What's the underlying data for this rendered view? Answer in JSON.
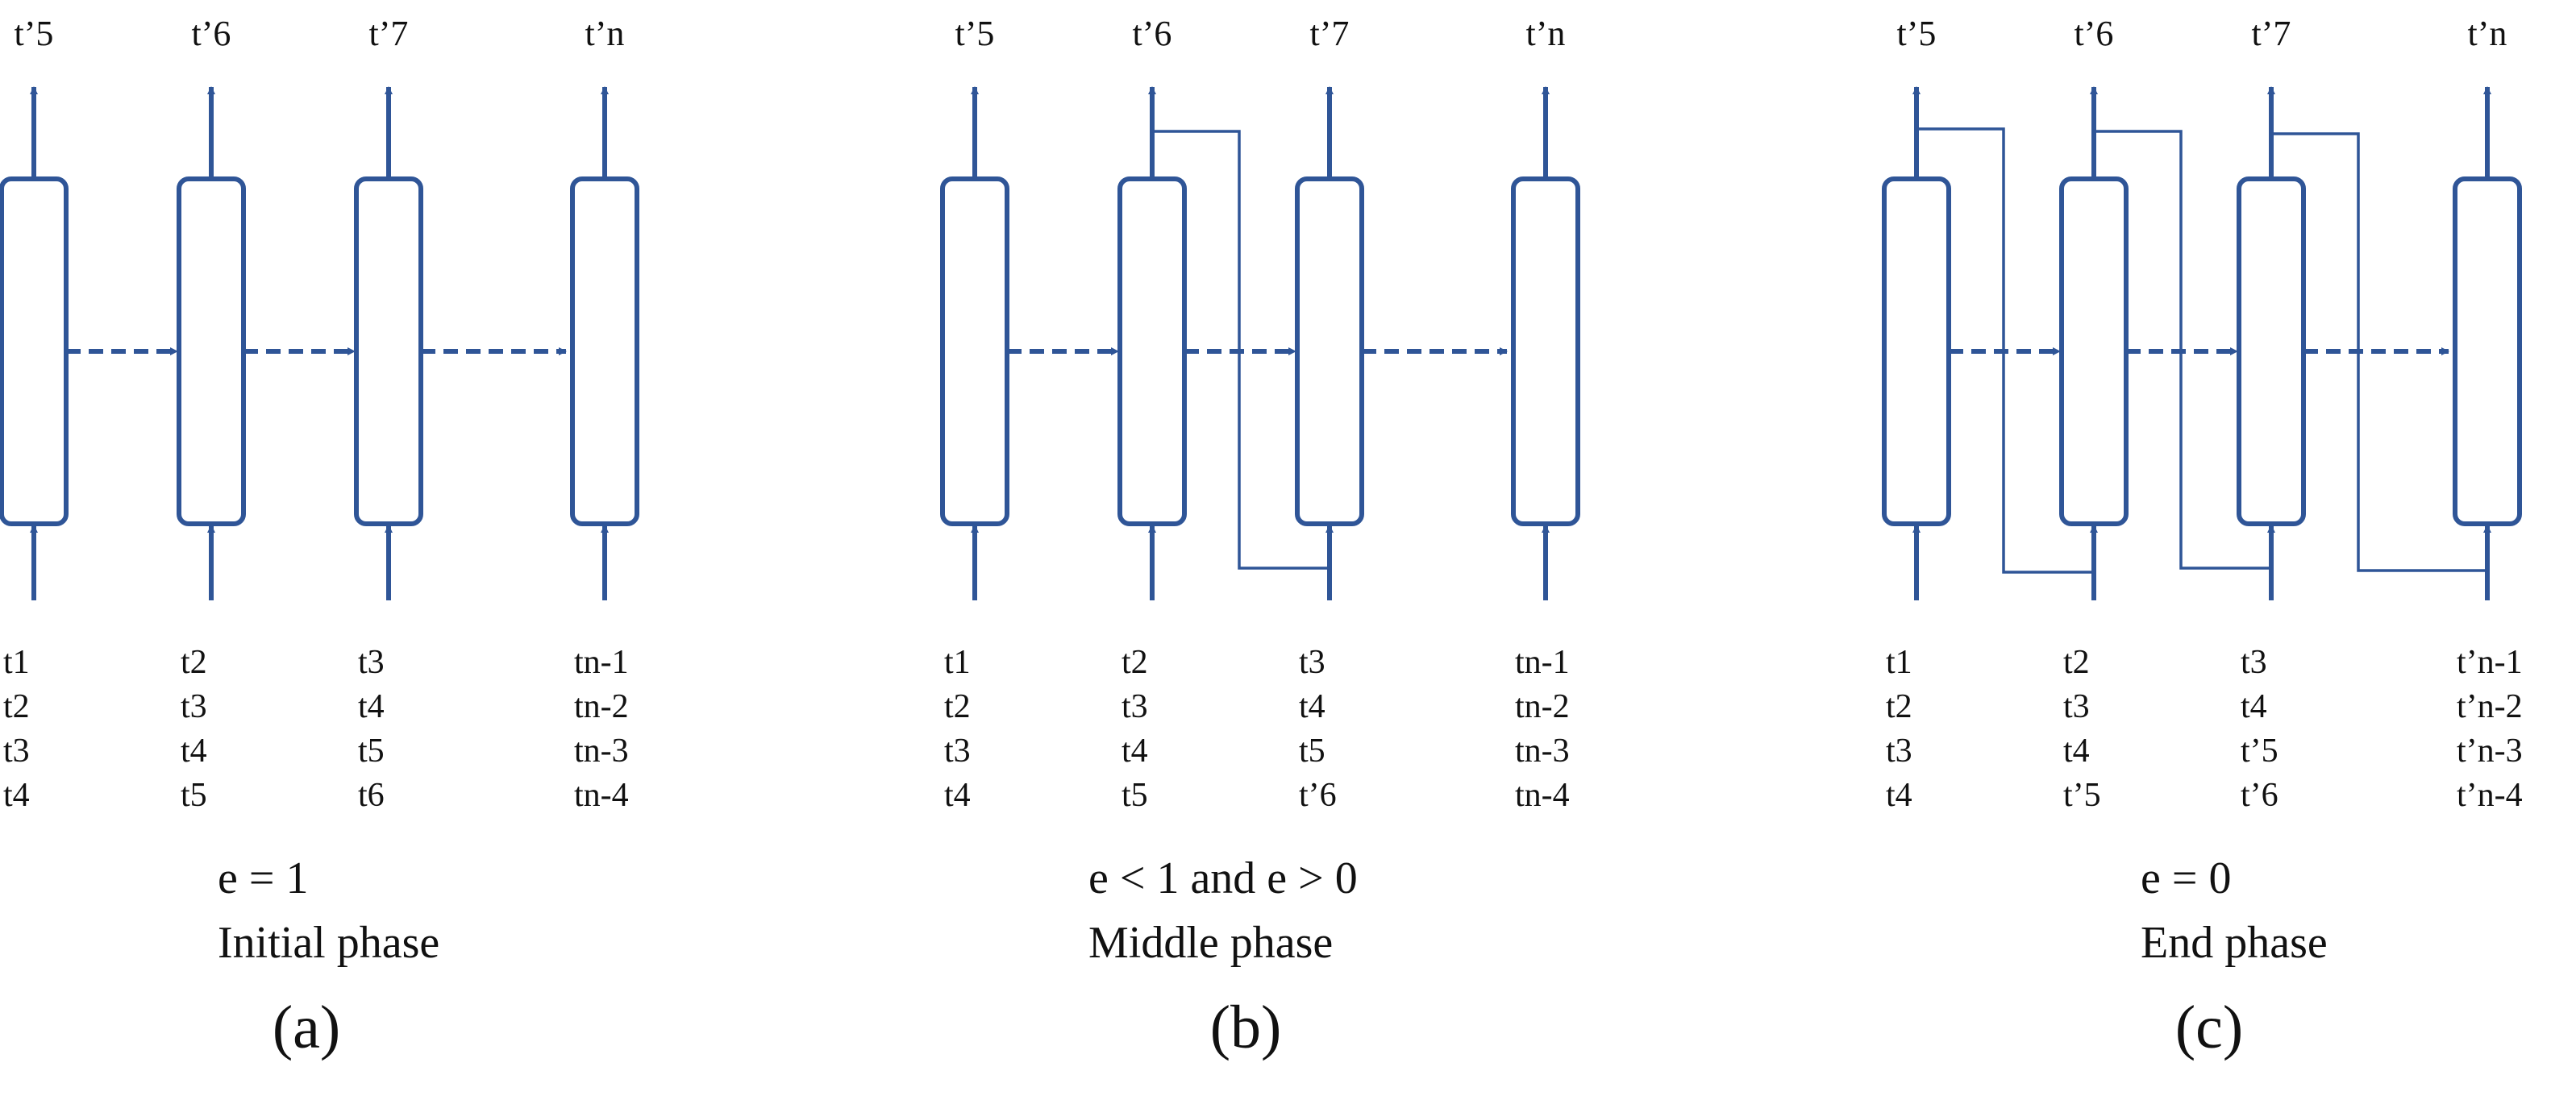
{
  "colors": {
    "stroke": "#2f5597",
    "text": "#111111",
    "background": "#ffffff"
  },
  "panels": [
    {
      "letter": "(a)",
      "condition": "e = 1",
      "phase": "Initial phase",
      "feedback_links": [],
      "cells": [
        {
          "output": "t’5",
          "inputs": [
            "t1",
            "t2",
            "t3",
            "t4"
          ]
        },
        {
          "output": "t’6",
          "inputs": [
            "t2",
            "t3",
            "t4",
            "t5"
          ]
        },
        {
          "output": "t’7",
          "inputs": [
            "t3",
            "t4",
            "t5",
            "t6"
          ]
        },
        {
          "output": "t’n",
          "inputs": [
            "tn-1",
            "tn-2",
            "tn-3",
            "tn-4"
          ]
        }
      ]
    },
    {
      "letter": "(b)",
      "condition": "e < 1 and e > 0",
      "phase": "Middle phase",
      "feedback_links": [
        [
          1,
          2
        ]
      ],
      "cells": [
        {
          "output": "t’5",
          "inputs": [
            "t1",
            "t2",
            "t3",
            "t4"
          ]
        },
        {
          "output": "t’6",
          "inputs": [
            "t2",
            "t3",
            "t4",
            "t5"
          ]
        },
        {
          "output": "t’7",
          "inputs": [
            "t3",
            "t4",
            "t5",
            "t’6"
          ]
        },
        {
          "output": "t’n",
          "inputs": [
            "tn-1",
            "tn-2",
            "tn-3",
            "tn-4"
          ]
        }
      ]
    },
    {
      "letter": "(c)",
      "condition": "e = 0",
      "phase": "End phase",
      "feedback_links": [
        [
          0,
          1
        ],
        [
          1,
          2
        ],
        [
          2,
          3
        ]
      ],
      "cells": [
        {
          "output": "t’5",
          "inputs": [
            "t1",
            "t2",
            "t3",
            "t4"
          ]
        },
        {
          "output": "t’6",
          "inputs": [
            "t2",
            "t3",
            "t4",
            "t’5"
          ]
        },
        {
          "output": "t’7",
          "inputs": [
            "t3",
            "t4",
            "t’5",
            "t’6"
          ]
        },
        {
          "output": "t’n",
          "inputs": [
            "t’n-1",
            "t’n-2",
            "t’n-3",
            "t’n-4"
          ]
        }
      ]
    }
  ]
}
